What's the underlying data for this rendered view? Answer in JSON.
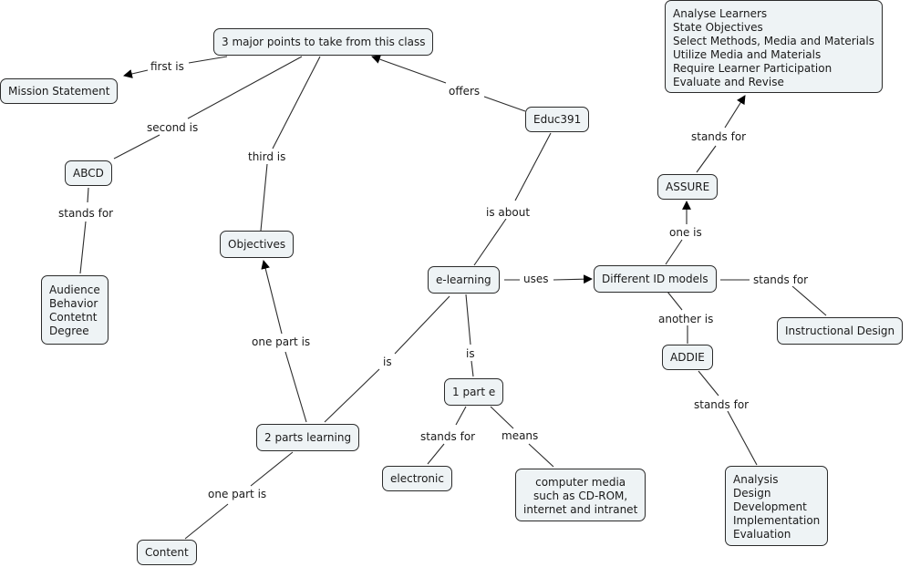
{
  "nodes": {
    "major_points": "3 major points to take from this class",
    "mission": "Mission Statement",
    "abcd": "ABCD",
    "abcd_list": "Audience\nBehavior\nContetnt\nDegree",
    "objectives": "Objectives",
    "educ391": "Educ391",
    "assure_list": "Analyse Learners\nState Objectives\nSelect Methods, Media and Materials\nUtilize Media and Materials\nRequire Learner Participation\nEvaluate and Revise",
    "assure": "ASSURE",
    "elearning": "e-learning",
    "id_models": "Different ID models",
    "instructional_design": "Instructional Design",
    "addie": "ADDIE",
    "addie_list": "Analysis\nDesign\nDevelopment\nImplementation\nEvaluation",
    "one_part_e": "1 part e",
    "two_parts": "2 parts learning",
    "electronic": "electronic",
    "computer_media": "computer media\nsuch as CD-ROM,\ninternet and intranet",
    "content": "Content"
  },
  "links": {
    "first_is": "first is",
    "second_is": "second is",
    "third_is": "third is",
    "offers": "offers",
    "abcd_stands_for": "stands for",
    "assure_stands_for": "stands for",
    "is_about": "is about",
    "one_is": "one is",
    "uses": "uses",
    "id_stands_for": "stands for",
    "another_is": "another is",
    "addie_stands_for": "stands for",
    "one_part_is_obj": "one part is",
    "is_two_parts": "is",
    "is_one_part_e": "is",
    "e_stands_for": "stands for",
    "means": "means",
    "one_part_is_content": "one part is"
  },
  "colors": {
    "node_fill": "#eef3f5",
    "line": "#2b2b2b"
  }
}
